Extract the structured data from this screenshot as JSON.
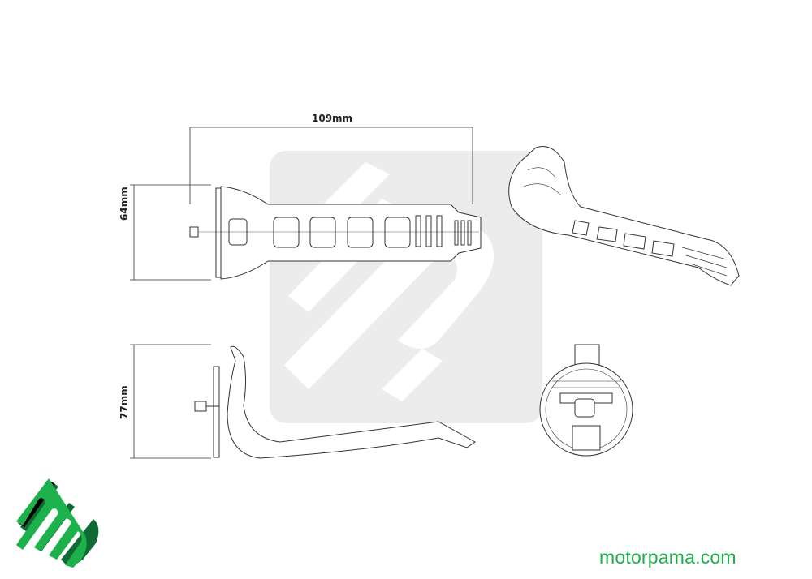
{
  "dimensions": {
    "length": "109mm",
    "width": "64mm",
    "height": "77mm"
  },
  "brand": {
    "logo_text": "mp",
    "website": "motorpama.com",
    "color": "#1db14b",
    "shadow_color": "#0f6b33",
    "watermark_color": "#ececec"
  }
}
